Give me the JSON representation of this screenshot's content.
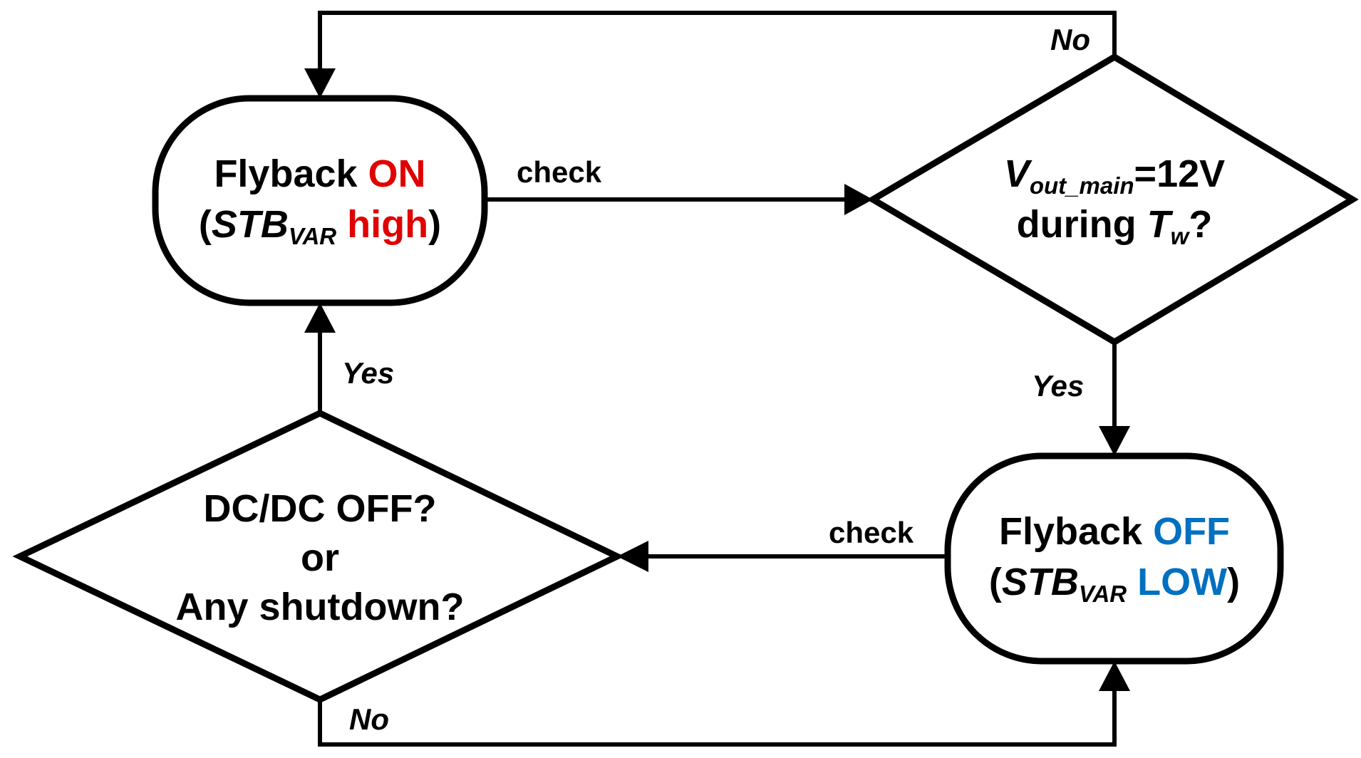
{
  "nodes": {
    "flyback_on": {
      "line1_text": "Flyback ",
      "line1_state": "ON",
      "line2_open": "(",
      "line2_signal": "STB",
      "line2_signal_sub": "VAR",
      "line2_space": " ",
      "line2_state": "high",
      "line2_close": ")",
      "state_color": "#e00000"
    },
    "vout_check": {
      "line1_symbol": "V",
      "line1_sub": "out_main",
      "line1_rest": "=12V",
      "line2_text": "during ",
      "line2_symbol": "T",
      "line2_sub": "w",
      "line2_end": "?"
    },
    "flyback_off": {
      "line1_text": "Flyback ",
      "line1_state": "OFF",
      "line2_open": "(",
      "line2_signal": "STB",
      "line2_signal_sub": "VAR",
      "line2_space": " ",
      "line2_state": "LOW",
      "line2_close": ")",
      "state_color": "#0070c0"
    },
    "dcdc_check": {
      "line1": "DC/DC OFF?",
      "line2": "or",
      "line3": "Any shutdown?"
    }
  },
  "edges": {
    "on_to_vout": "check",
    "vout_no": "No",
    "vout_yes": "Yes",
    "off_to_dcdc": "check",
    "dcdc_yes": "Yes",
    "dcdc_no": "No"
  },
  "colors": {
    "stroke": "#000000",
    "on_state": "#e00000",
    "off_state": "#0070c0"
  }
}
